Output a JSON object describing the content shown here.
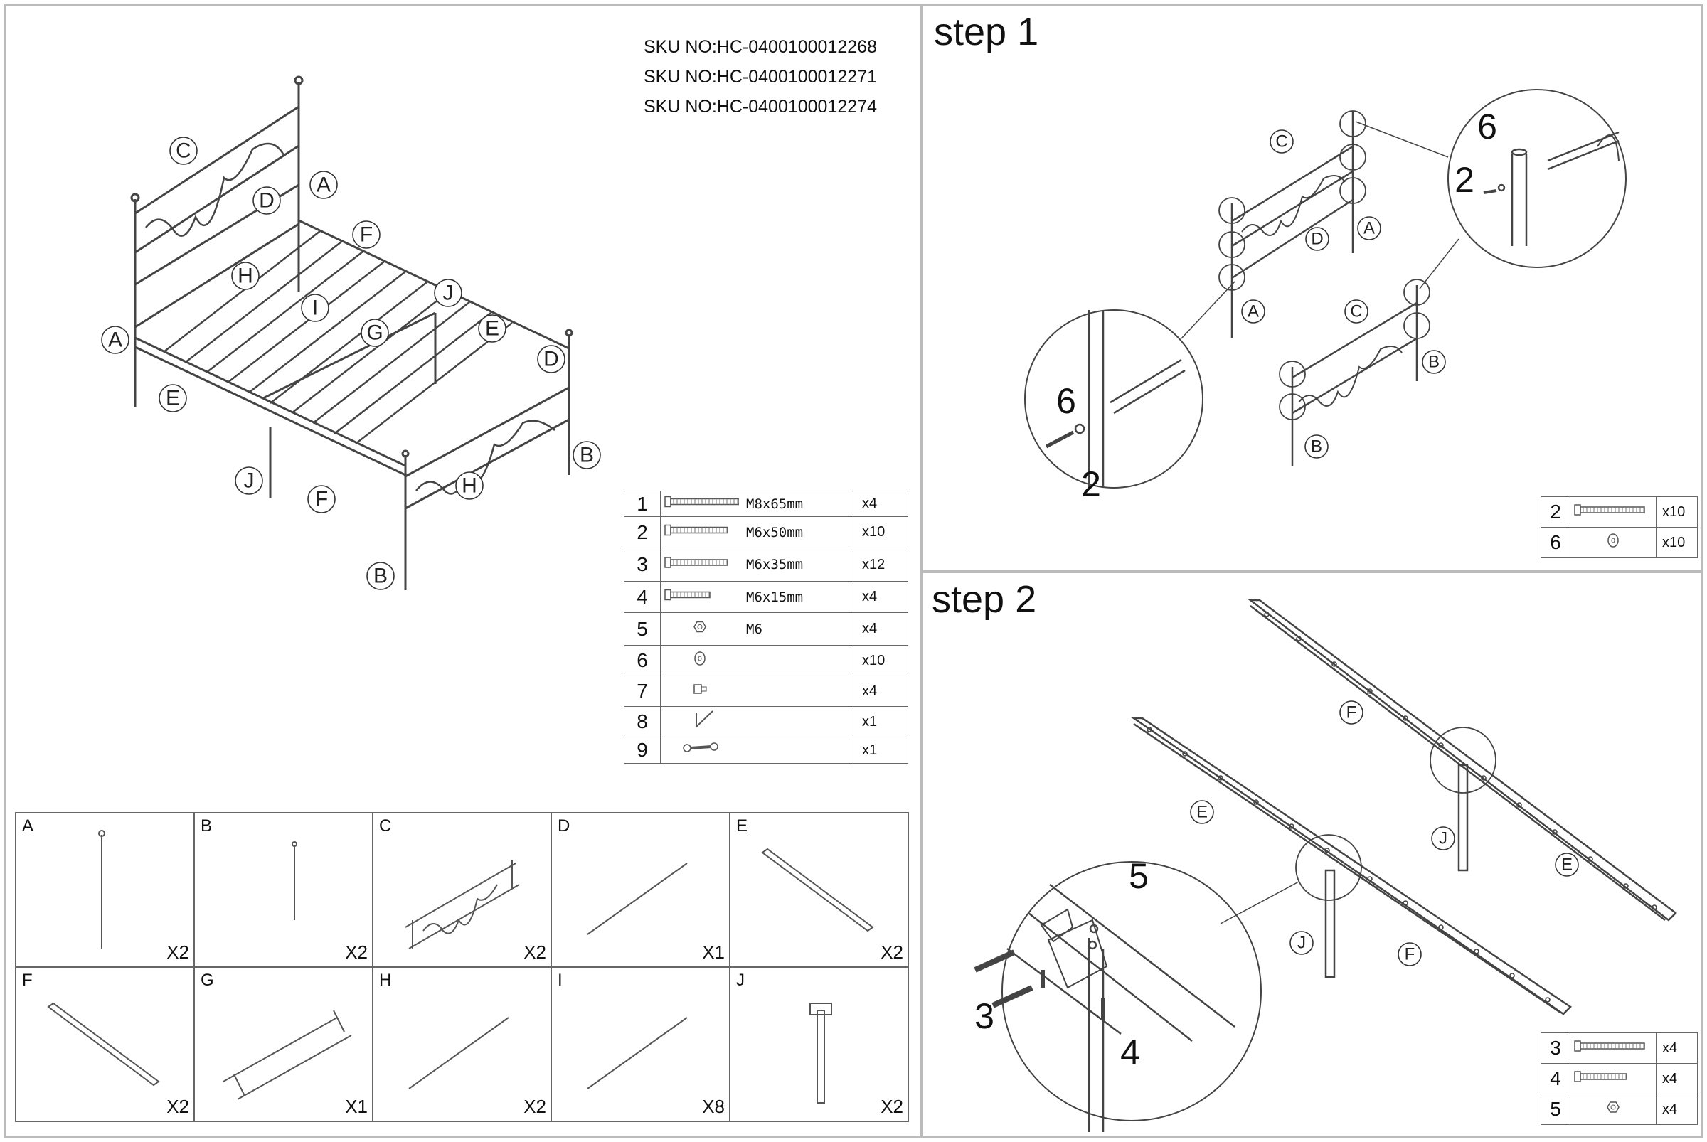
{
  "sku_lines": [
    "SKU NO:HC-0400100012268",
    "SKU NO:HC-0400100012271",
    "SKU NO:HC-0400100012274"
  ],
  "overview_labels": {
    "a1": "A",
    "a2": "A",
    "b1": "B",
    "b2": "B",
    "c": "C",
    "d1": "D",
    "d2": "D",
    "e1": "E",
    "e2": "E",
    "f1": "F",
    "f2": "F",
    "g": "G",
    "h1": "H",
    "h2": "H",
    "i": "I",
    "j1": "J",
    "j2": "J"
  },
  "hardware": [
    {
      "num": "1",
      "size": "M8x65mm",
      "qty": "x4",
      "icon": "long-bolt-icon"
    },
    {
      "num": "2",
      "size": "M6x50mm",
      "qty": "x10",
      "icon": "bolt-icon"
    },
    {
      "num": "3",
      "size": "M6x35mm",
      "qty": "x12",
      "icon": "bolt-icon"
    },
    {
      "num": "4",
      "size": "M6x15mm",
      "qty": "x4",
      "icon": "short-bolt-icon"
    },
    {
      "num": "5",
      "size": "M6",
      "qty": "x4",
      "icon": "nut-icon"
    },
    {
      "num": "6",
      "size": "",
      "qty": "x10",
      "icon": "washer-icon"
    },
    {
      "num": "7",
      "size": "",
      "qty": "x4",
      "icon": "cap-icon"
    },
    {
      "num": "8",
      "size": "",
      "qty": "x1",
      "icon": "allen-key-icon"
    },
    {
      "num": "9",
      "size": "",
      "qty": "x1",
      "icon": "wrench-icon"
    }
  ],
  "parts": [
    {
      "label": "A",
      "count": "X2",
      "shape": "post"
    },
    {
      "label": "B",
      "count": "X2",
      "shape": "post-short"
    },
    {
      "label": "C",
      "count": "X2",
      "shape": "panel"
    },
    {
      "label": "D",
      "count": "X1",
      "shape": "rod"
    },
    {
      "label": "E",
      "count": "X2",
      "shape": "rail"
    },
    {
      "label": "F",
      "count": "X2",
      "shape": "rail"
    },
    {
      "label": "G",
      "count": "X1",
      "shape": "frame"
    },
    {
      "label": "H",
      "count": "X2",
      "shape": "rod"
    },
    {
      "label": "I",
      "count": "X8",
      "shape": "rod"
    },
    {
      "label": "J",
      "count": "X2",
      "shape": "leg"
    }
  ],
  "step1": {
    "title": "step 1",
    "labels": {
      "c1": "C",
      "d": "D",
      "a_top": "A",
      "a_bot": "A",
      "c2": "C",
      "b_top": "B",
      "b_bot": "B"
    },
    "detail_top": {
      "n1": "6",
      "n2": "2"
    },
    "detail_bot": {
      "n1": "6",
      "n2": "2"
    },
    "hardware": [
      {
        "num": "2",
        "qty": "x10"
      },
      {
        "num": "6",
        "qty": "x10"
      }
    ]
  },
  "step2": {
    "title": "step 2",
    "labels": {
      "f_top": "F",
      "e_left": "E",
      "j_right": "J",
      "e_right": "E",
      "j_left": "J",
      "f_bot": "F"
    },
    "detail": {
      "n5": "5",
      "n3": "3",
      "n4": "4"
    },
    "hardware": [
      {
        "num": "3",
        "qty": "x4"
      },
      {
        "num": "4",
        "qty": "x4"
      },
      {
        "num": "5",
        "qty": "x4"
      }
    ]
  }
}
